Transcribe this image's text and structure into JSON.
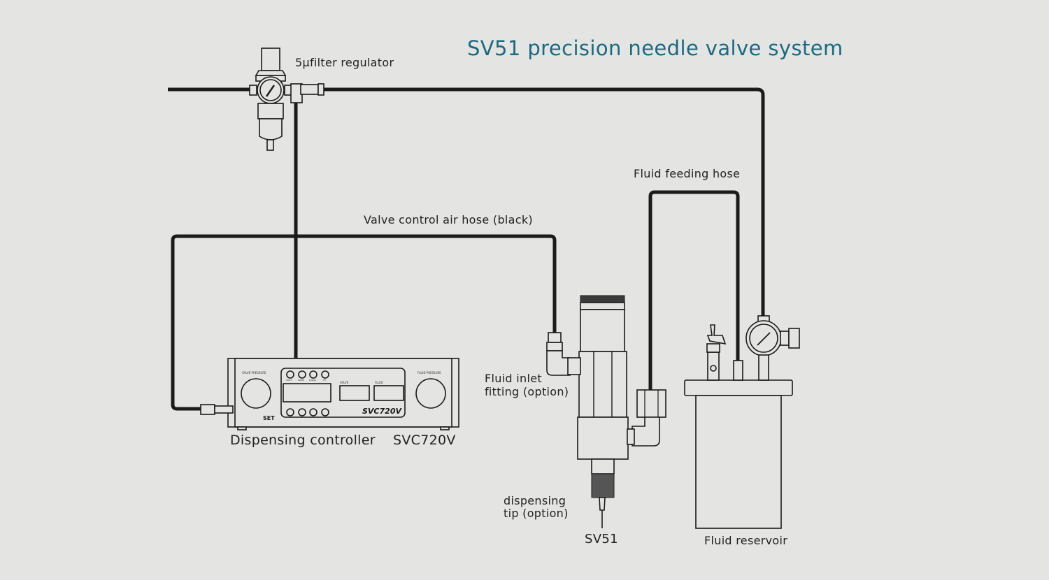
{
  "title": "SV51 precision needle valve system",
  "labels": {
    "filter_regulator": "5μfilter regulator",
    "valve_control_hose": "Valve control air hose (black)",
    "fluid_feeding_hose": "Fluid feeding hose",
    "fluid_inlet_fitting_1": "Fluid inlet",
    "fluid_inlet_fitting_2": "fitting (option)",
    "dispensing_tip_1": "dispensing",
    "dispensing_tip_2": "tip (option)",
    "valve": "SV51",
    "reservoir": "Fluid reservoir",
    "controller": "Dispensing controller",
    "controller_model": "SVC720V"
  },
  "controller_panel": {
    "valve_pressure": "VALVE PRESSURE",
    "fluid_pressure": "FLUID PRESSURE",
    "valve": "VALVE",
    "fluid": "FLUID",
    "buttons": [
      "SHOT",
      "MODE",
      "PURGE",
      "FH"
    ],
    "model": "SVC720V",
    "brand": "SET"
  },
  "colors": {
    "title": "#1c6a80",
    "hose": "#1b1b1b",
    "background": "#e4e4e2"
  }
}
